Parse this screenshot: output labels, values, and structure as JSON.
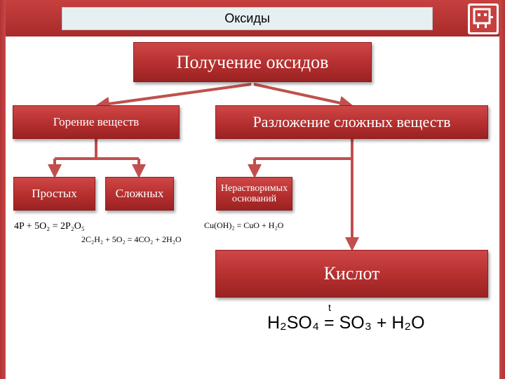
{
  "header": {
    "title": "Оксиды"
  },
  "diagram": {
    "main": "Получение оксидов",
    "burning": "Горение веществ",
    "decomposition": "Разложение сложных веществ",
    "simple": "Простых",
    "complex": "Сложных",
    "insoluble_bases": "Нерастворимых оснований",
    "acids": "Кислот"
  },
  "equations": {
    "eq1": "4P + 5O₂ = 2P₂O₅",
    "eq2": "2C₂H₂ + 5O₂ = 4CO₂ + 2H₂O",
    "eq3": "Cu(OH)₂ = CuO + H₂O",
    "eq4": "H₂SO₄ = SO₃ + H₂O",
    "eq4_condition": "t"
  },
  "colors": {
    "box_red": "#b52f2f",
    "frame_red": "#c6403f",
    "title_bg": "#e6f0f3"
  },
  "icons": {
    "logo": "robot-icon"
  }
}
